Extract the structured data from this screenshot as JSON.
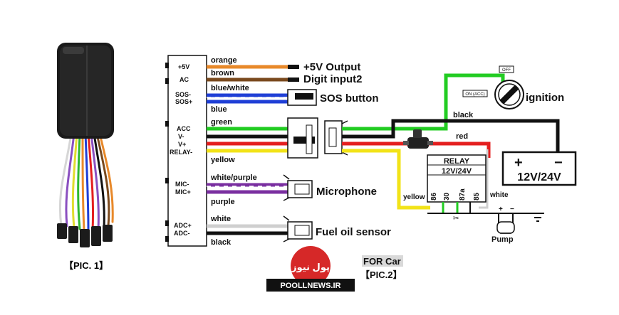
{
  "captions": {
    "pic1": "【PIC. 1】",
    "pic2": "【PIC.2】",
    "for_car": "FOR Car"
  },
  "connector_labels": {
    "plus5v": "+5V",
    "acc_top": "AC",
    "sos_minus": "SOS-",
    "sos_plus": "SOS+",
    "acc": "ACC",
    "v_minus": "V-",
    "v_plus": "V+",
    "relay_minus": "RELAY-",
    "mic_minus": "MIC-",
    "mic_plus": "MIC+",
    "adc_plus": "ADC+",
    "adc_minus": "ADC-"
  },
  "wire_labels": {
    "orange": "orange",
    "brown": "brown",
    "blue_white": "blue/white",
    "blue": "blue",
    "green": "green",
    "yellow": "yellow",
    "white_purple": "white/purple",
    "purple": "purple",
    "white": "white",
    "black": "black"
  },
  "device_labels": {
    "output_5v": "+5V Output",
    "digit_input2": "Digit input2",
    "sos_button": "SOS button",
    "microphone": "Microphone",
    "fuel_sensor": "Fuel oil sensor",
    "ignition": "ignition",
    "battery": "12V/24V",
    "battery_plus": "+",
    "battery_minus": "−",
    "relay_title": "RELAY",
    "relay_voltage": "12V/24V",
    "pin86": "86",
    "pin30": "30",
    "pin87a": "87a",
    "pin85": "85",
    "pump": "Pump",
    "ign_off": "OFF",
    "ign_on": "ON (ACC)",
    "right_black": "black",
    "right_red": "red",
    "right_yellow": "yellow",
    "right_white": "white",
    "pump_plus": "+",
    "pump_minus": "−"
  },
  "watermark": {
    "brand_fa": "پول نیوز",
    "site": "POOLLNEWS.IR"
  },
  "colors": {
    "orange": "#e8892a",
    "brown": "#7a4a1e",
    "blue": "#1f3fd6",
    "green": "#22cc22",
    "yellow": "#f2e318",
    "red": "#e41f1f",
    "black": "#111111",
    "purple": "#7a2fa0",
    "white_wire": "#cfcfcf",
    "watermark_red": "#d62828"
  },
  "icons": {
    "tracker": "gps-tracker-device-icon",
    "ignition": "ignition-key-icon",
    "battery": "battery-icon",
    "relay": "relay-icon",
    "pump": "pump-icon"
  }
}
